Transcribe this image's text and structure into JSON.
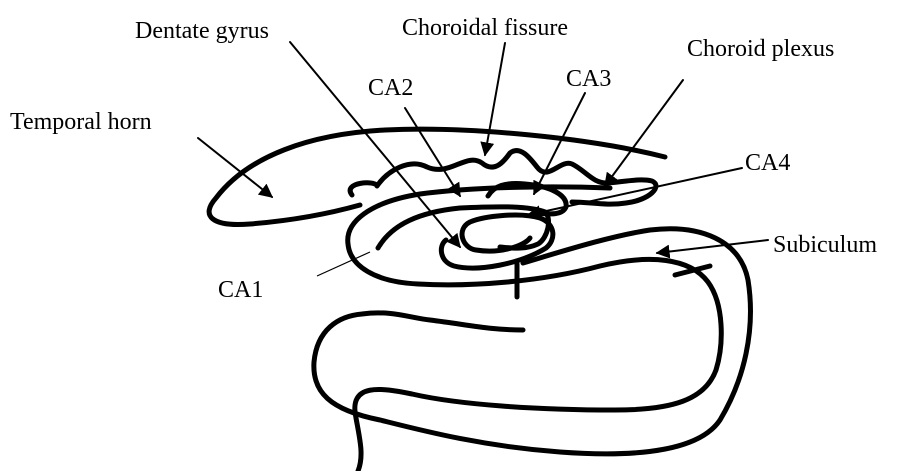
{
  "labels": {
    "dentate_gyrus": "Dentate gyrus",
    "choroidal_fissure": "Choroidal fissure",
    "choroid_plexus": "Choroid plexus",
    "temporal_horn": "Temporal horn",
    "ca1": "CA1",
    "ca2": "CA2",
    "ca3": "CA3",
    "ca4": "CA4",
    "subiculum": "Subiculum"
  },
  "colors": {
    "ink": "#000000",
    "background": "#ffffff"
  }
}
